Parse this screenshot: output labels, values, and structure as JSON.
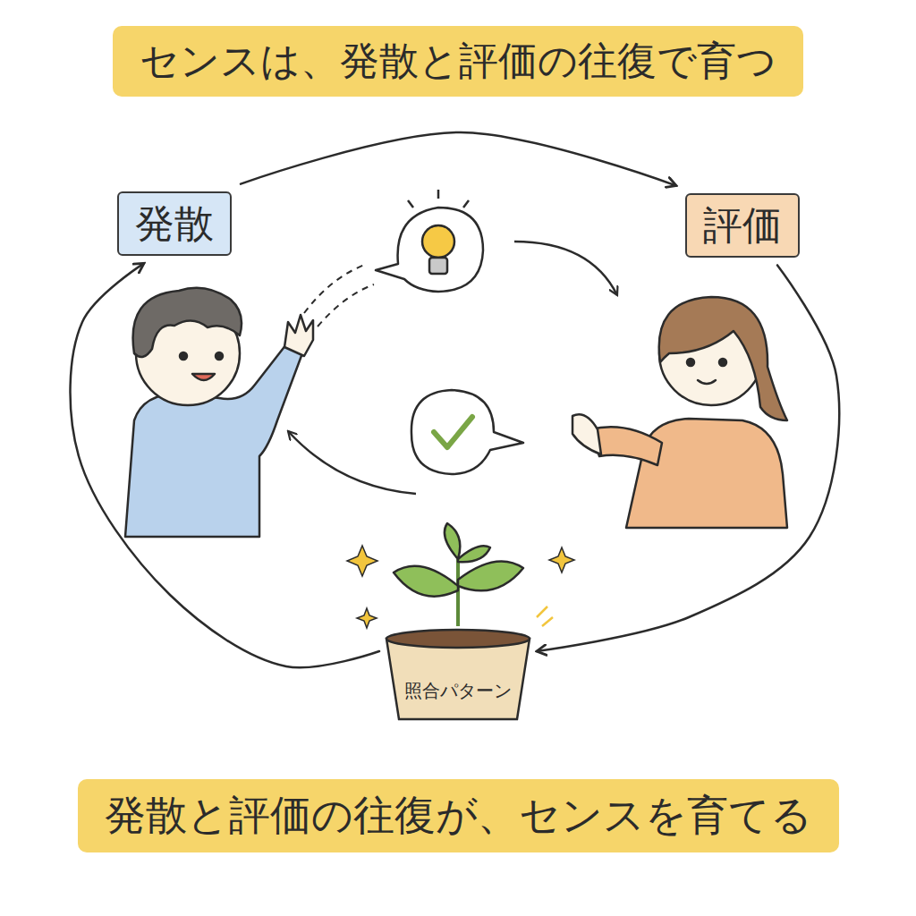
{
  "diagram": {
    "title": "センスは、発散と評価の往復で育つ",
    "caption": "発散と評価の往復が、センスを育てる",
    "nodes": [
      {
        "text": [
          "発散"
        ]
      },
      {
        "text": [
          "評価"
        ]
      },
      {
        "text": [
          "照合パターン"
        ]
      }
    ],
    "edges": [
      {
        "from": 0,
        "to": 1,
        "arrow": "to"
      },
      {
        "from": 1,
        "to": 2,
        "arrow": "to"
      },
      {
        "from": 2,
        "to": 0,
        "arrow": "to"
      }
    ]
  }
}
